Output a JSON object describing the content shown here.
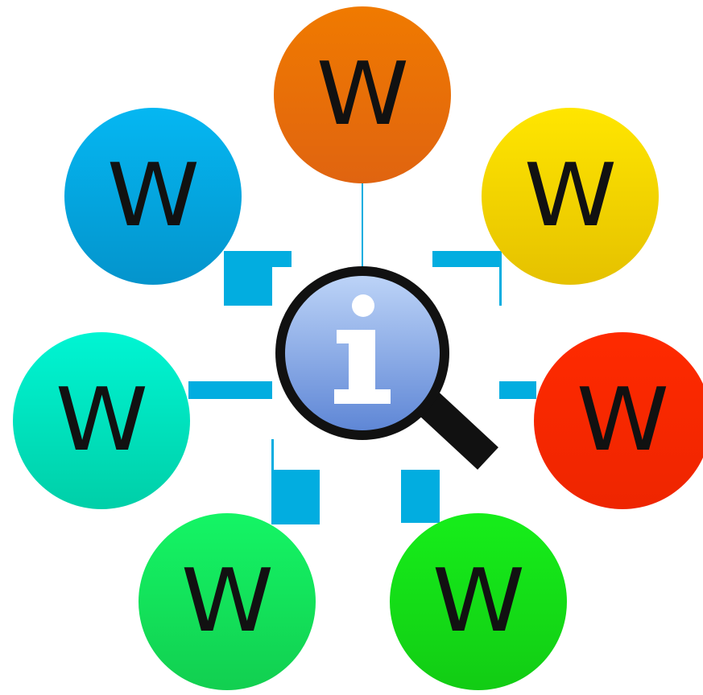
{
  "diagram": {
    "center": {
      "icon": "magnifier-info-icon",
      "glyph": "i"
    },
    "nodes": [
      {
        "id": "top",
        "label": "W",
        "color": "#EE7000"
      },
      {
        "id": "top-left",
        "label": "W",
        "color": "#04A8E2"
      },
      {
        "id": "top-right",
        "label": "W",
        "color": "#F7D800"
      },
      {
        "id": "left",
        "label": "W",
        "color": "#00E6C0"
      },
      {
        "id": "right",
        "label": "W",
        "color": "#FF2A00"
      },
      {
        "id": "bottom-left",
        "label": "W",
        "color": "#12E55A"
      },
      {
        "id": "bottom-right",
        "label": "W",
        "color": "#14E017"
      }
    ],
    "connector_color": "#02ADE0"
  }
}
